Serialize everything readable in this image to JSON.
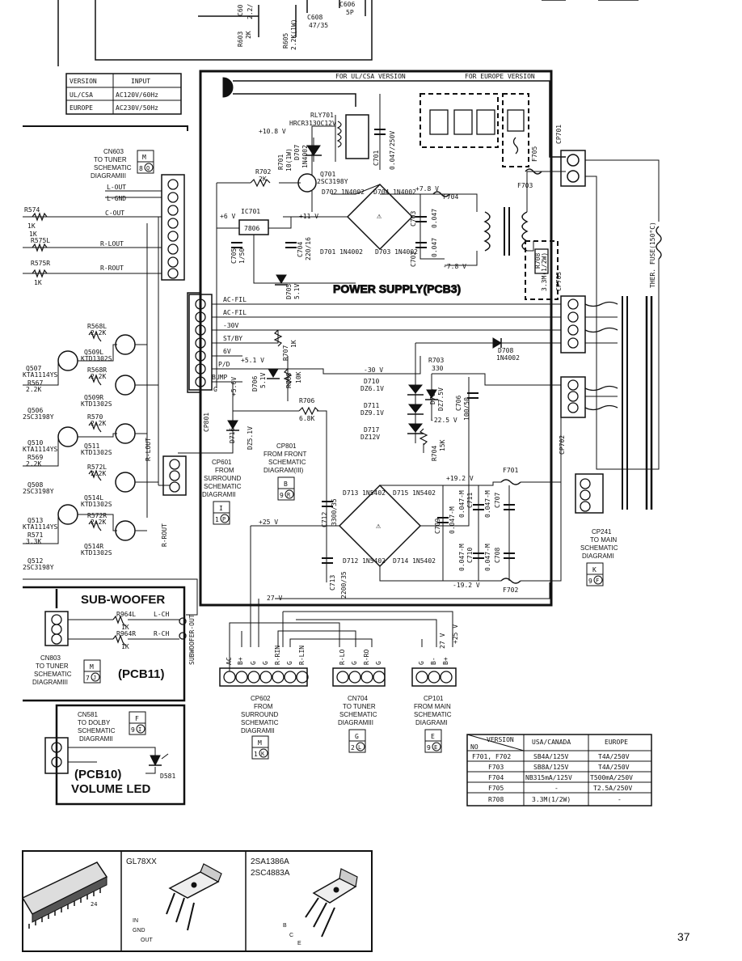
{
  "input_table": {
    "header": [
      "VERSION",
      "INPUT"
    ],
    "rows": [
      [
        "UL/CSA",
        "AC120V/60Hz"
      ],
      [
        "EUROPE",
        "AC230V/50Hz"
      ]
    ]
  },
  "top_fragment": {
    "r603": "R603",
    "r603v": "2K",
    "c60x": "C60",
    "c60xv": "2.2/",
    "r605": "R605",
    "r605v": "2.2K(1W)",
    "c608": "C608",
    "c608v": "47/35",
    "c606": "C606",
    "c606v": "5P"
  },
  "power_supply": {
    "title": "POWER SUPPLY(PCB3)",
    "ul_label": "FOR UL/CSA VERSION",
    "eu_label": "FOR EUROPE VERSION",
    "relay": {
      "ref": "RLY701",
      "part": "HRCR313OC12V"
    },
    "v108": "+10.8 V",
    "r701": "R701",
    "r701v": "10(1W)",
    "d707": "D707",
    "d707v": "1N4002",
    "c701": "C701",
    "c701v": "0.047/250V",
    "r702": "R702",
    "r702v": "2K",
    "q701": "Q701",
    "q701v": "2SC3198Y",
    "d702": "D702 1N4002",
    "d704": "D704 1N4002",
    "r7": "+7.8 V",
    "f704": "F704",
    "ic701": "IC701",
    "ic701v": "7806",
    "v11": "+11 V",
    "v6": "+6 V",
    "c705": "C705",
    "c705v": "1/50",
    "c704": "C704",
    "c704v": "220/16",
    "c703": "C703",
    "c703v": "0.047",
    "c702": "C702",
    "c702v": "0.047",
    "d701": "D701 1N4002",
    "d703": "D703 1N4002",
    "vm78": "-7.8 V",
    "d705": "D705",
    "d705v": "5.1V",
    "f705": "F705",
    "f703": "F703",
    "r708": "R708",
    "r708v": "3.3M(1/2W)",
    "cp701": "CP701",
    "cp703": "CP703",
    "ther": "THER. FUSE(150°C)",
    "acfil1": "AC-FIL",
    "acfil2": "AC-FIL",
    "m30": "-30V",
    "stby": "ST/BY",
    "v6b": "6V",
    "pd": "P/D",
    "v51": "+5.1 V",
    "bump": "BUMP",
    "g": "G",
    "r707": "R707",
    "r707v": "1K",
    "d706": "D706",
    "d706v": "5.1V",
    "r709": "R708",
    "r709v": "10K",
    "v56": "+5.6V",
    "d708": "D708",
    "d708v": "1N4002",
    "r703": "R703",
    "r703v": "330",
    "m30b": "-30 V",
    "d710": "D710",
    "d710v": "DZ6.1V",
    "d711": "D711",
    "d711v": "DZ9.1V",
    "d717": "D717",
    "d717v": "DZ12V",
    "d709": "D709",
    "d709v": "DZ7.5V",
    "c706": "C706",
    "c706v": "100/50",
    "v225": "-22.5 V",
    "r704": "R704",
    "r704v": "15K",
    "r706": "R706",
    "r706v": "6.8K",
    "d716": "D716",
    "d716v": "DZ5.1V",
    "cp801": "CP801",
    "cp702": "CP702",
    "f701": "F701",
    "f702": "F702",
    "p192": "+19.2 V",
    "m192": "-19.2 V",
    "d713": "D713 1N5402",
    "d715": "D715 1N5402",
    "d712": "D712 1N5402",
    "d714": "D714 1N5402",
    "c712": "C712",
    "c712v": "3300/35",
    "c713": "C713",
    "c713v": "2200/35",
    "c709": "C709",
    "c709v": "0.047-M",
    "c711": "C711",
    "c711v": "0.047-M",
    "c707": "C707",
    "c707v": "0.047-M",
    "c710": "C710",
    "c710v": "0.047-M",
    "c708": "C708",
    "c708v": "0.047-M",
    "v25": "+25 V",
    "v27": "27 V",
    "v27b": "27 V",
    "v25b": "+25 V"
  },
  "cn603": {
    "label": "CN603\nTO TUNER\nSCHEMATIC\nDIAGRAMIII",
    "box": "M",
    "num": "8",
    "circ": "Q",
    "lout": "L-OUT",
    "gnd": "L-GND",
    "cout": "C-OUT",
    "rlout": "R-LOUT",
    "rrout": "R-ROUT"
  },
  "left_parts": {
    "r574": "R574",
    "r574v": "1K",
    "r575l": "R575L",
    "r575lv": "1K",
    "r575r": "R575R",
    "r575rv": "1K",
    "r568l": "R568L",
    "r568lv": "2.2K",
    "q509l": "Q509L",
    "q509lv": "KTD1302S",
    "q507": "Q507",
    "q507v": "KTA1114YS",
    "r567": "R567",
    "r567v": "2.2K",
    "r568r": "R568R",
    "r568rv": "2.2K",
    "q509r": "Q509R",
    "q509rv": "KTD1302S",
    "q506": "Q506",
    "q506v": "2SC3198Y",
    "r570": "R570",
    "r570v": "2.2K",
    "q511": "Q511",
    "q511v": "KTD1302S",
    "q510": "Q510",
    "q510v": "KTA1114YS",
    "r569": "R569",
    "r569v": "2.2K",
    "q508": "Q508",
    "q508v": "2SC3198Y",
    "r572l": "R572L",
    "r572lv": "2.2K",
    "q514l": "Q514L",
    "q514lv": "KTD1302S",
    "r572r": "R572R",
    "r572rv": "2.2K",
    "q514r": "Q514R",
    "q514rv": "KTD1302S",
    "q513": "Q513",
    "q513v": "KTA1114YS",
    "r571": "R571",
    "r571v": "3.3K",
    "q512": "Q512",
    "q512v": "2SC3198Y",
    "rlout_v": "R-LOUT",
    "rrout_v": "R-ROUT"
  },
  "cp601": {
    "label": "CP601\nFROM\nSURROUND\nSCHEMATIC\nDIAGRAMII",
    "box": "I",
    "num": "1",
    "circ": "P"
  },
  "cp801b": {
    "label": "CP801\nFROM FRONT\nSCHEMATIC\nDIAGRAM(III)",
    "box": "B",
    "num": "9",
    "circ": "R"
  },
  "cp241": {
    "label": "CP241\nTO MAIN\nSCHEMATIC\nDIAGRAMI",
    "box": "K",
    "num": "9",
    "circ": "F"
  },
  "sub_woofer": {
    "title": "SUB-WOOFER",
    "pcb": "(PCB11)",
    "r964l": "R964L",
    "r964lv": "1K",
    "lch": "L-CH",
    "r964r": "R964R",
    "r964rv": "1K",
    "rch": "R-CH",
    "out": "SUBWOOFER-OUT",
    "cn803": "CN803\nTO TUNER\nSCHEMATIC\nDIAGRAMIII",
    "box": "M",
    "num": "7",
    "circ": "J"
  },
  "volume_led": {
    "title": "VOLUME LED",
    "pcb": "(PCB10)",
    "d581": "D581",
    "cn581": "CN581\nTO DOLBY\nSCHEMATIC\nDIAGRAMII",
    "box": "F",
    "num": "9",
    "circ": "I"
  },
  "cp602": {
    "pins": [
      "AC",
      "B+",
      "G",
      "G",
      "R-RIN",
      "G",
      "R-LIN"
    ],
    "label": "CP602\nFROM\nSURROUND\nSCHEMATIC\nDIAGRAMII",
    "box": "M",
    "num": "1",
    "circ": "K"
  },
  "cn704": {
    "pins": [
      "R-LO",
      "G",
      "R-RO",
      "G"
    ],
    "label": "CN704\nTO TUNER\nSCHEMATIC\nDIAGRAMIII",
    "box": "G",
    "num": "2",
    "circ": "L"
  },
  "cp101": {
    "pins": [
      "G",
      "B-",
      "B+"
    ],
    "label": "CP101\nFROM MAIN\nSCHEMATIC\nDIAGRAMI",
    "box": "E",
    "num": "9",
    "circ": "E"
  },
  "version_table": {
    "header": [
      "VERSION\nNO",
      "USA/CANADA",
      "EUROPE"
    ],
    "rows": [
      [
        "F701, F702",
        "SB4A/125V",
        "T4A/250V"
      ],
      [
        "F703",
        "SB8A/125V",
        "T4A/250V"
      ],
      [
        "F704",
        "NB315mA/125V",
        "T500mA/250V"
      ],
      [
        "F705",
        "-",
        "T2.5A/250V"
      ],
      [
        "R708",
        "3.3M(1/2W)",
        "-"
      ]
    ]
  },
  "packages": {
    "ic_pin": "24",
    "gl78": "GL78XX",
    "in": "IN",
    "gnd": "GND",
    "out": "OUT",
    "tr": "2SA1386A\n2SC4883A",
    "b": "B",
    "c": "C",
    "e": "E"
  },
  "page_number": "37"
}
